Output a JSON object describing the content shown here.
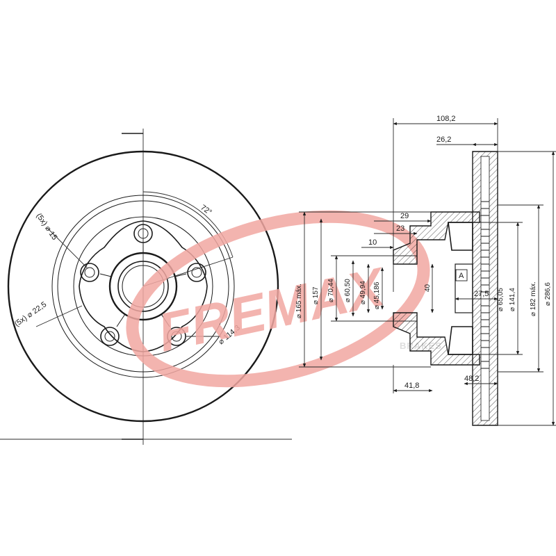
{
  "front_view": {
    "angle_label": "72°",
    "bolt_hole_label": "(5x) ⌀ 15",
    "small_hole_label": "(5x) ⌀ 22,5",
    "pcd_label": "⌀ 114,3"
  },
  "side_view": {
    "top_dims": [
      "108,2",
      "26,2"
    ],
    "hub_dims": [
      "29",
      "23",
      "10"
    ],
    "vertical_dims_left": [
      "⌀ 165 máx.",
      "⌀ 157",
      "⌀ 70,44",
      "⌀ 60,50",
      "⌀ 49,94",
      "⌀ 45,186"
    ],
    "center_dim": "40",
    "ref_label": "A",
    "inner_dim": "27,5",
    "vertical_dims_right": [
      "⌀ 65,05",
      "⌀ 141,4",
      "⌀ 182 máx.",
      "⌀ 286,6"
    ],
    "bottom_dims": [
      "41,8",
      "48,2"
    ]
  },
  "watermark": {
    "brand": "FREMAX",
    "sub": "BRAKES",
    "color": "#f2a7a2"
  }
}
